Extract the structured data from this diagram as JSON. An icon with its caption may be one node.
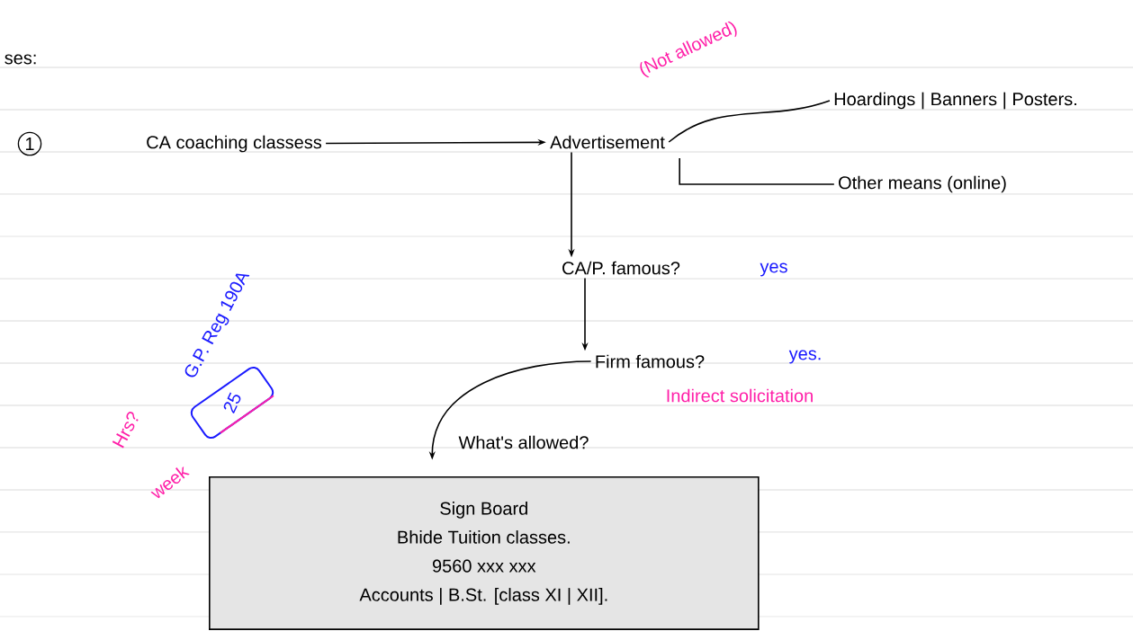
{
  "diagram": {
    "nodes": [
      {
        "text": [
          "CA coaching classess"
        ]
      },
      {
        "text": [
          "Advertisement"
        ]
      },
      {
        "text": [
          "Hoardings | Banners | Posters."
        ]
      },
      {
        "text": [
          "Other means (online)"
        ]
      },
      {
        "text": [
          "CA/P. famous?"
        ]
      },
      {
        "text": [
          "Firm famous?"
        ]
      },
      {
        "text": [
          "What's allowed?"
        ]
      },
      {
        "text": [
          "Sign Board",
          "Bhide Tuition classes.",
          "9560 xxx xxx",
          "Accounts | B.St. [class XI | XII]."
        ]
      }
    ],
    "edges": [
      {
        "from": 0,
        "to": 1,
        "arrow": "to"
      },
      {
        "from": 1,
        "to": 2,
        "arrow": "none"
      },
      {
        "from": 1,
        "to": 3,
        "arrow": "none"
      },
      {
        "from": 1,
        "to": 4,
        "arrow": "to"
      },
      {
        "from": 4,
        "to": 5,
        "arrow": "to"
      },
      {
        "from": 5,
        "to": 6,
        "arrow": "to"
      }
    ],
    "labels": [
      "ses:",
      "1",
      "(Not allowed)",
      "yes",
      "yes.",
      "Indirect solicitation",
      "G.P. Reg 190A",
      "Hrs?",
      "week",
      "25"
    ]
  }
}
